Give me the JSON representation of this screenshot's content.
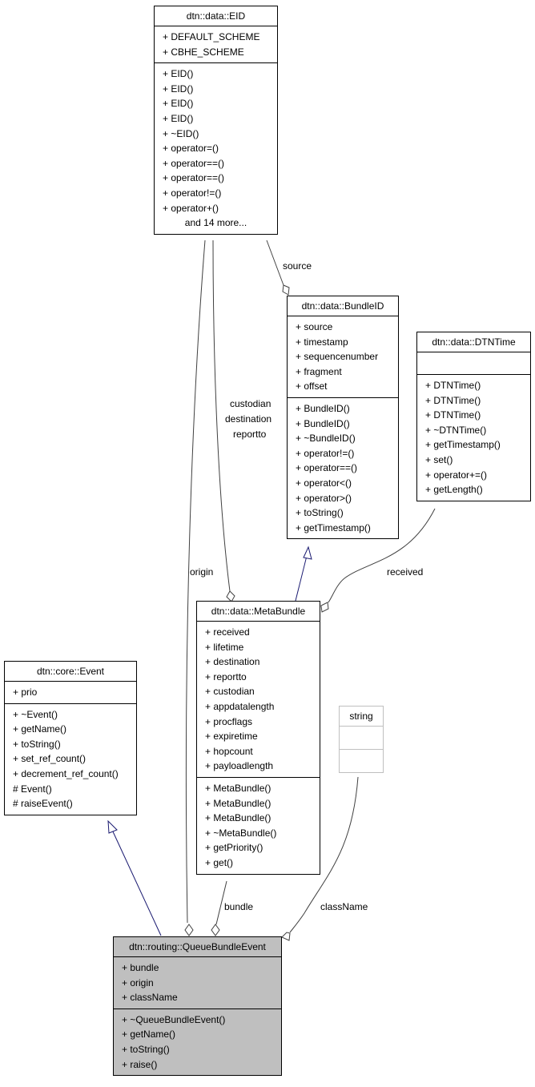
{
  "classes": {
    "eid": {
      "name": "dtn::data::EID",
      "attributes": [
        "+ DEFAULT_SCHEME",
        "+ CBHE_SCHEME"
      ],
      "methods": [
        "+ EID()",
        "+ EID()",
        "+ EID()",
        "+ EID()",
        "+ ~EID()",
        "+ operator=()",
        "+ operator==()",
        "+ operator==()",
        "+ operator!=()",
        "+ operator+()"
      ],
      "more": "and 14 more..."
    },
    "bundleid": {
      "name": "dtn::data::BundleID",
      "attributes": [
        "+ source",
        "+ timestamp",
        "+ sequencenumber",
        "+ fragment",
        "+ offset"
      ],
      "methods": [
        "+ BundleID()",
        "+ BundleID()",
        "+ ~BundleID()",
        "+ operator!=()",
        "+ operator==()",
        "+ operator<()",
        "+ operator>()",
        "+ toString()",
        "+ getTimestamp()"
      ]
    },
    "dtntime": {
      "name": "dtn::data::DTNTime",
      "attributes": [],
      "methods": [
        "+ DTNTime()",
        "+ DTNTime()",
        "+ DTNTime()",
        "+ ~DTNTime()",
        "+ getTimestamp()",
        "+ set()",
        "+ operator+=()",
        "+ getLength()"
      ]
    },
    "metabundle": {
      "name": "dtn::data::MetaBundle",
      "attributes": [
        "+ received",
        "+ lifetime",
        "+ destination",
        "+ reportto",
        "+ custodian",
        "+ appdatalength",
        "+ procflags",
        "+ expiretime",
        "+ hopcount",
        "+ payloadlength"
      ],
      "methods": [
        "+ MetaBundle()",
        "+ MetaBundle()",
        "+ MetaBundle()",
        "+ ~MetaBundle()",
        "+ getPriority()",
        "+ get()"
      ]
    },
    "event": {
      "name": "dtn::core::Event",
      "attributes": [
        "+ prio"
      ],
      "methods": [
        "+ ~Event()",
        "+ getName()",
        "+ toString()",
        "+ set_ref_count()",
        "+ decrement_ref_count()",
        "# Event()",
        "# raiseEvent()"
      ]
    },
    "string": {
      "name": "string",
      "attributes": [],
      "methods": []
    },
    "queuebundleevent": {
      "name": "dtn::routing::QueueBundleEvent",
      "attributes": [
        "+ bundle",
        "+ origin",
        "+ className"
      ],
      "methods": [
        "+ ~QueueBundleEvent()",
        "+ getName()",
        "+ toString()",
        "+ raise()"
      ]
    }
  },
  "edge_labels": {
    "source": "source",
    "custodian": "custodian",
    "destination": "destination",
    "reportto": "reportto",
    "received": "received",
    "origin": "origin",
    "bundle": "bundle",
    "className": "className"
  },
  "colors": {
    "inheritance": "#191970",
    "association": "#404040",
    "focus_fill": "#bfbfbf",
    "external_border": "#bfbfbf"
  }
}
